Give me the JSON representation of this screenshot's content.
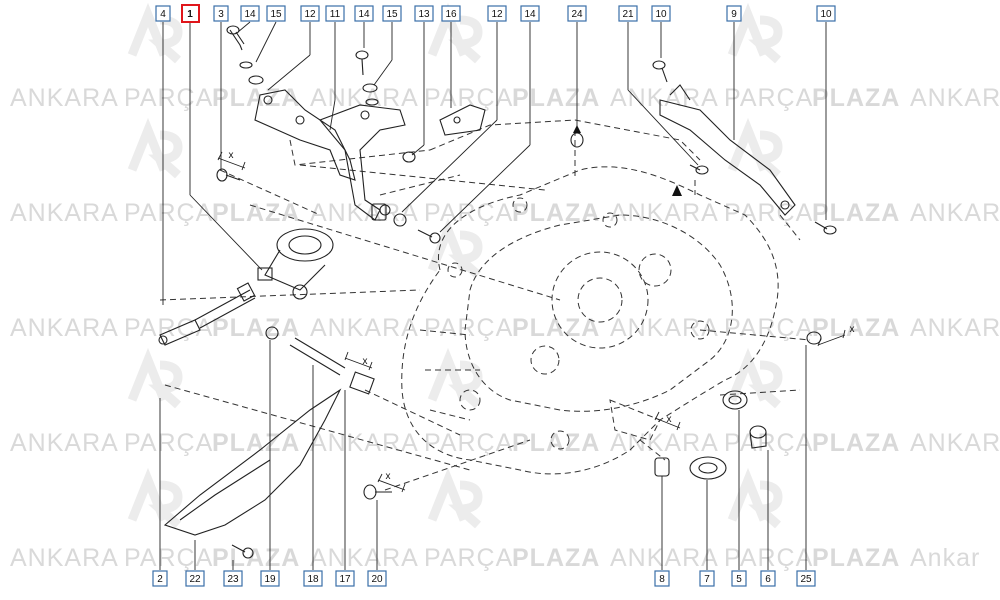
{
  "watermark": {
    "word1": "ANKARA",
    "word2": "PARÇA",
    "word3": "PLAZA",
    "tail": "Ankar"
  },
  "highlight_color": "#e0161b",
  "callouts_top": [
    {
      "id": "t4",
      "label": "4"
    },
    {
      "id": "t1",
      "label": "1",
      "highlight": true
    },
    {
      "id": "t3",
      "label": "3"
    },
    {
      "id": "t14a",
      "label": "14"
    },
    {
      "id": "t15a",
      "label": "15"
    },
    {
      "id": "t12a",
      "label": "12"
    },
    {
      "id": "t11",
      "label": "11"
    },
    {
      "id": "t14b",
      "label": "14"
    },
    {
      "id": "t15b",
      "label": "15"
    },
    {
      "id": "t13",
      "label": "13"
    },
    {
      "id": "t16",
      "label": "16"
    },
    {
      "id": "t12b",
      "label": "12"
    },
    {
      "id": "t14c",
      "label": "14"
    },
    {
      "id": "t24",
      "label": "24"
    },
    {
      "id": "t21",
      "label": "21"
    },
    {
      "id": "t10a",
      "label": "10"
    },
    {
      "id": "t9",
      "label": "9"
    },
    {
      "id": "t10b",
      "label": "10"
    }
  ],
  "callouts_bottom": [
    {
      "id": "b2",
      "label": "2"
    },
    {
      "id": "b22",
      "label": "22"
    },
    {
      "id": "b23",
      "label": "23"
    },
    {
      "id": "b19",
      "label": "19"
    },
    {
      "id": "b18",
      "label": "18"
    },
    {
      "id": "b17",
      "label": "17"
    },
    {
      "id": "b20",
      "label": "20"
    },
    {
      "id": "b8",
      "label": "8"
    },
    {
      "id": "b7",
      "label": "7"
    },
    {
      "id": "b5",
      "label": "5"
    },
    {
      "id": "b6",
      "label": "6"
    },
    {
      "id": "b25",
      "label": "25"
    }
  ],
  "dimension_marks": {
    "x1": "x",
    "x2": "x",
    "x3": "x",
    "x4": "x",
    "x5": "x"
  }
}
